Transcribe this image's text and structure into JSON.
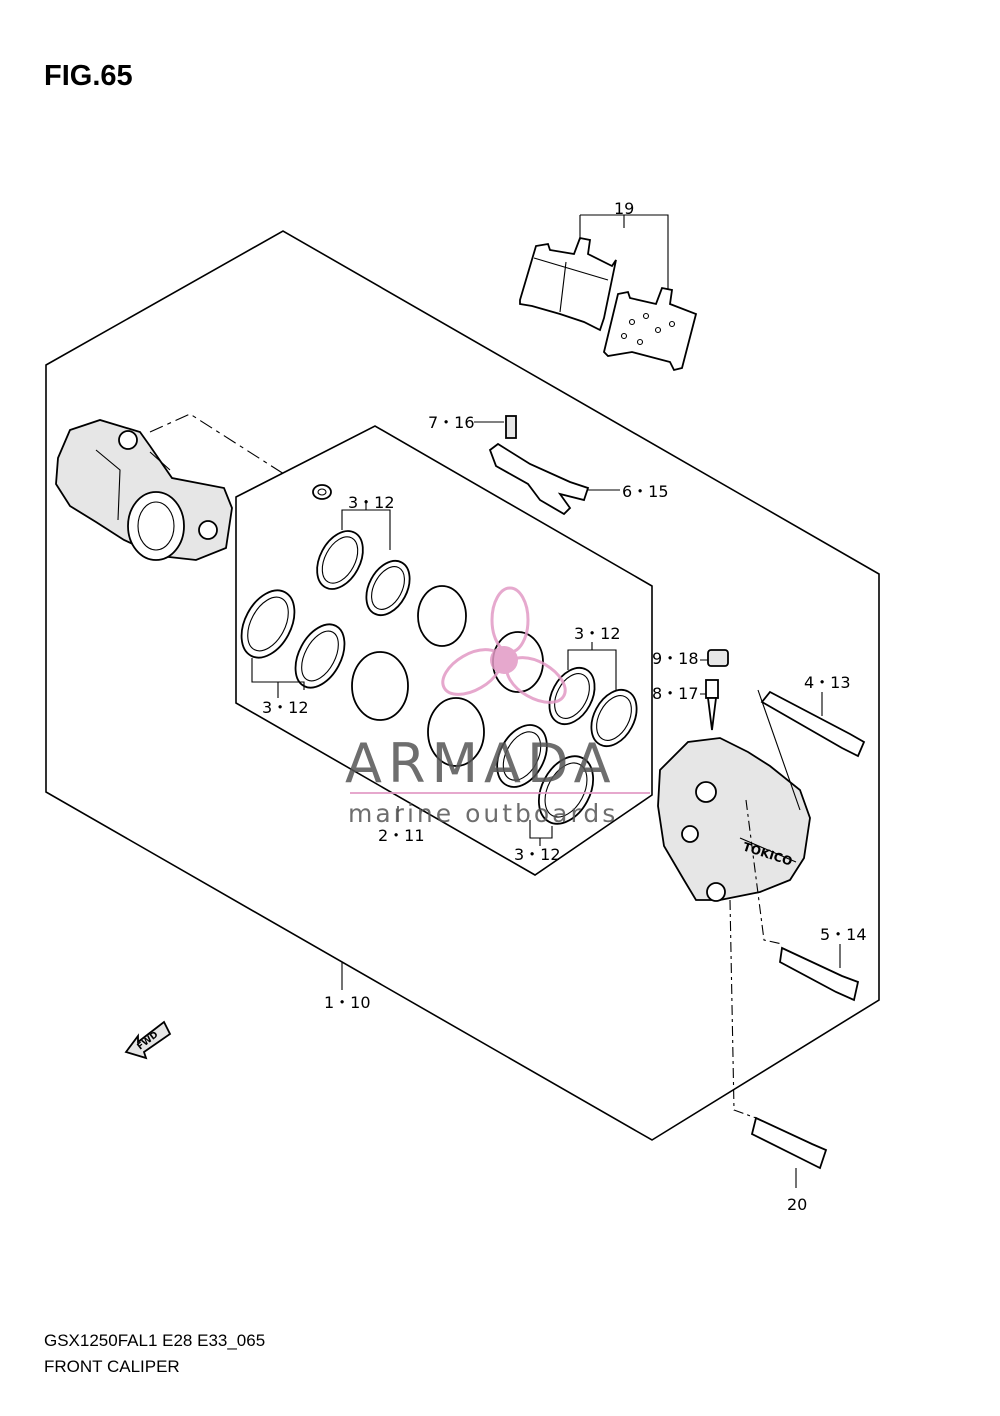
{
  "title": "FIG.65",
  "footer": {
    "model_code": "GSX1250FAL1 E28 E33_065",
    "assembly_name": "FRONT CALIPER"
  },
  "callouts": {
    "c19": "19",
    "c7_16": "7・16",
    "c6_15": "6・15",
    "c3_12_a": "3・12",
    "c3_12_b": "3・12",
    "c3_12_c": "3・12",
    "c3_12_d": "3・12",
    "c2_11": "2・11",
    "c9_18": "9・18",
    "c8_17": "8・17",
    "c4_13": "4・13",
    "c5_14": "5・14",
    "c1_10": "1・10",
    "c20": "20"
  },
  "fwd_label": "FWD",
  "watermark": {
    "brand": "ARMADA",
    "tagline": "marine outboards",
    "accent_color": "#e29ac5"
  }
}
